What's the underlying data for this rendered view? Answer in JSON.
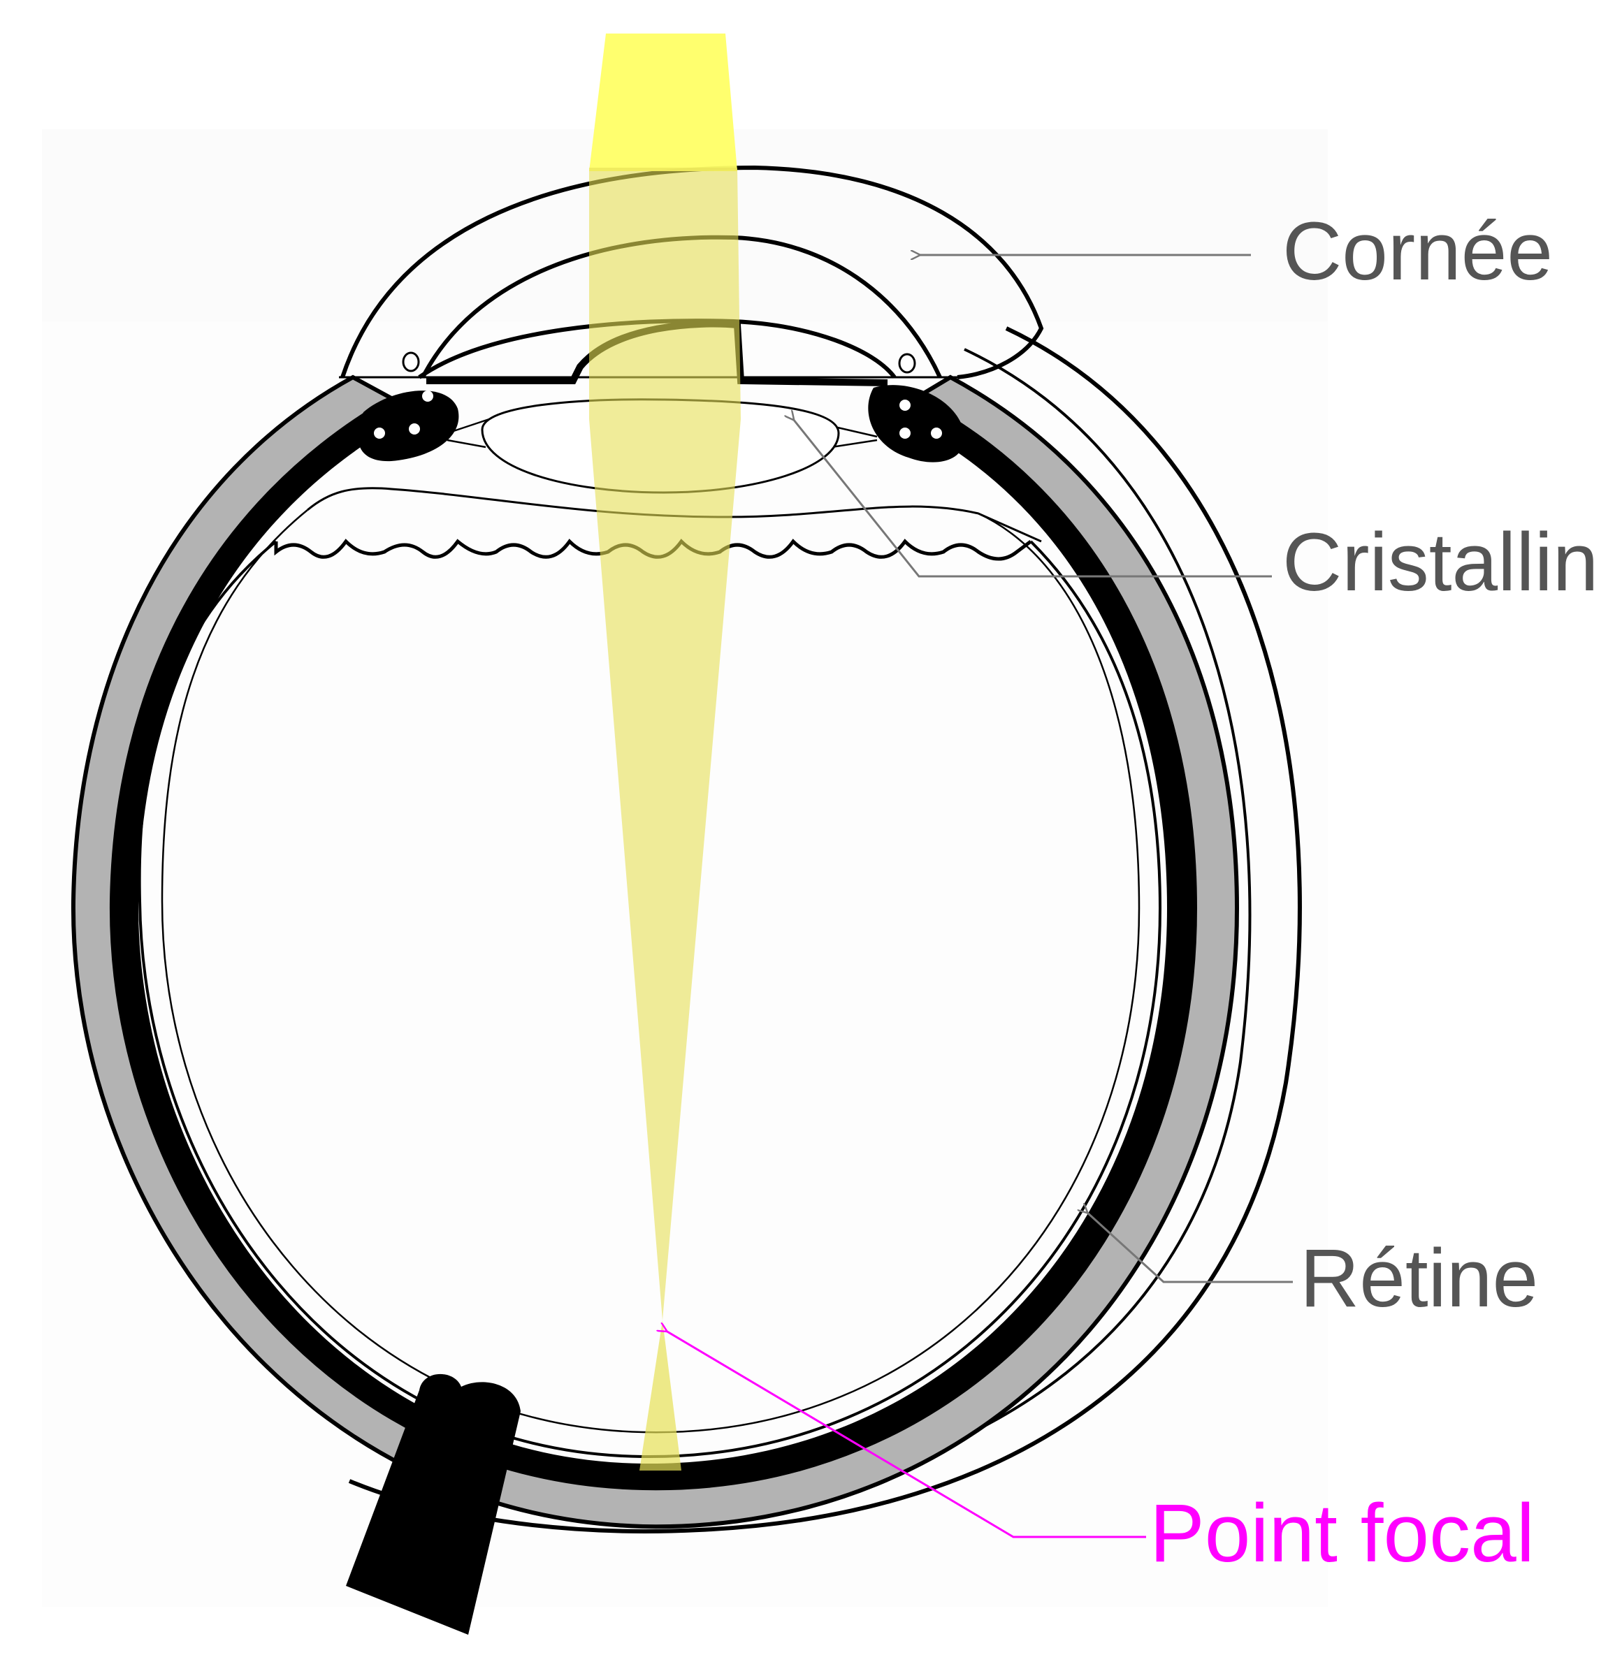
{
  "labels": {
    "cornea": "Cornée",
    "lens": "Cristallin",
    "retina": "Rétine",
    "focal_point": "Point focal"
  },
  "colors": {
    "label_gray": "#555555",
    "leader_gray": "#777777",
    "focal_magenta": "#ff00ff",
    "light_beam": "#e6e055",
    "light_beam_top": "#ffff66",
    "sclera_gray": "#b3b3b3",
    "outline": "#000000"
  }
}
